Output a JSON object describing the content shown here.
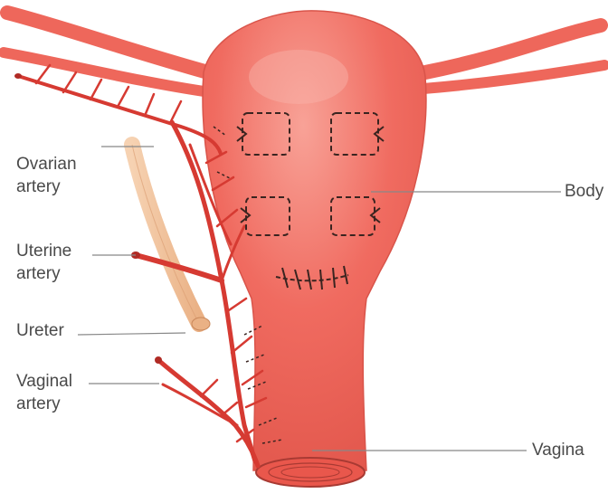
{
  "labels": {
    "ovarian_line1": "Ovarian",
    "ovarian_line2": "artery",
    "uterine_line1": "Uterine",
    "uterine_line2": "artery",
    "ureter": "Ureter",
    "vaginal_line1": "Vaginal",
    "vaginal_line2": "artery",
    "body": "Body",
    "vagina": "Vagina"
  },
  "colors": {
    "uterus_fill": "#f06b60",
    "uterus_highlight": "#f79a8f",
    "artery": "#d63a32",
    "artery_dark": "#b02b25",
    "ureter": "#f3c49d",
    "ureter_edge": "#d89a6e",
    "suture": "#3a2420",
    "leader": "#888888"
  }
}
